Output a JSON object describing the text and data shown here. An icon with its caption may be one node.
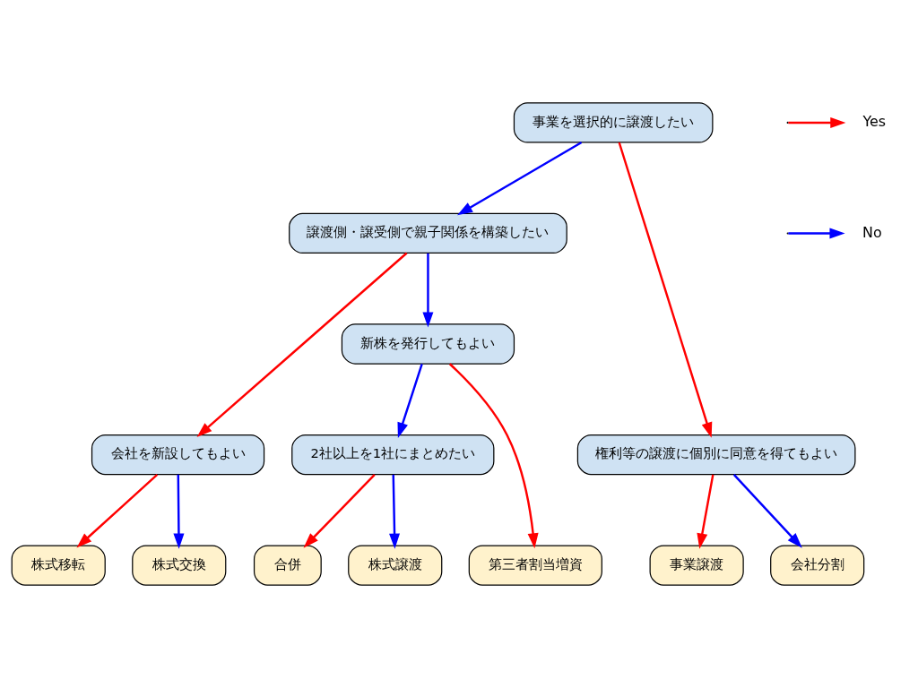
{
  "diagram": {
    "nodes": [
      {
        "text": [
          "事業を選択的に譲渡したい"
        ]
      },
      {
        "text": [
          "譲渡側・譲受側で親子関係を構築したい"
        ]
      },
      {
        "text": [
          "権利等の譲渡に個別に同意を得てもよい"
        ]
      },
      {
        "text": [
          "会社を新設してもよい"
        ]
      },
      {
        "text": [
          "新株を発行してもよい"
        ]
      },
      {
        "text": [
          "2社以上を1社にまとめたい"
        ]
      },
      {
        "text": [
          "事業譲渡"
        ]
      },
      {
        "text": [
          "会社分割"
        ]
      },
      {
        "text": [
          "株式移転"
        ]
      },
      {
        "text": [
          "株式交換"
        ]
      },
      {
        "text": [
          "第三者割当増資"
        ]
      },
      {
        "text": [
          "合併"
        ]
      },
      {
        "text": [
          "株式譲渡"
        ]
      }
    ],
    "edges": [
      {
        "from": 0,
        "to": 2,
        "arrow": "to",
        "color": "#ff0000"
      },
      {
        "from": 0,
        "to": 1,
        "arrow": "to",
        "color": "#0000ff"
      },
      {
        "from": 1,
        "to": 3,
        "arrow": "to",
        "color": "#ff0000"
      },
      {
        "from": 1,
        "to": 4,
        "arrow": "to",
        "color": "#0000ff"
      },
      {
        "from": 2,
        "to": 6,
        "arrow": "to",
        "color": "#ff0000"
      },
      {
        "from": 2,
        "to": 7,
        "arrow": "to",
        "color": "#0000ff"
      },
      {
        "from": 3,
        "to": 8,
        "arrow": "to",
        "color": "#ff0000"
      },
      {
        "from": 3,
        "to": 9,
        "arrow": "to",
        "color": "#0000ff"
      },
      {
        "from": 4,
        "to": 10,
        "arrow": "to",
        "color": "#ff0000"
      },
      {
        "from": 4,
        "to": 5,
        "arrow": "to",
        "color": "#0000ff"
      },
      {
        "from": 5,
        "to": 11,
        "arrow": "to",
        "color": "#ff0000"
      },
      {
        "from": 5,
        "to": 12,
        "arrow": "to",
        "color": "#0000ff"
      }
    ],
    "legend": [
      {
        "text": "Yes"
      },
      {
        "text": "No"
      }
    ]
  }
}
